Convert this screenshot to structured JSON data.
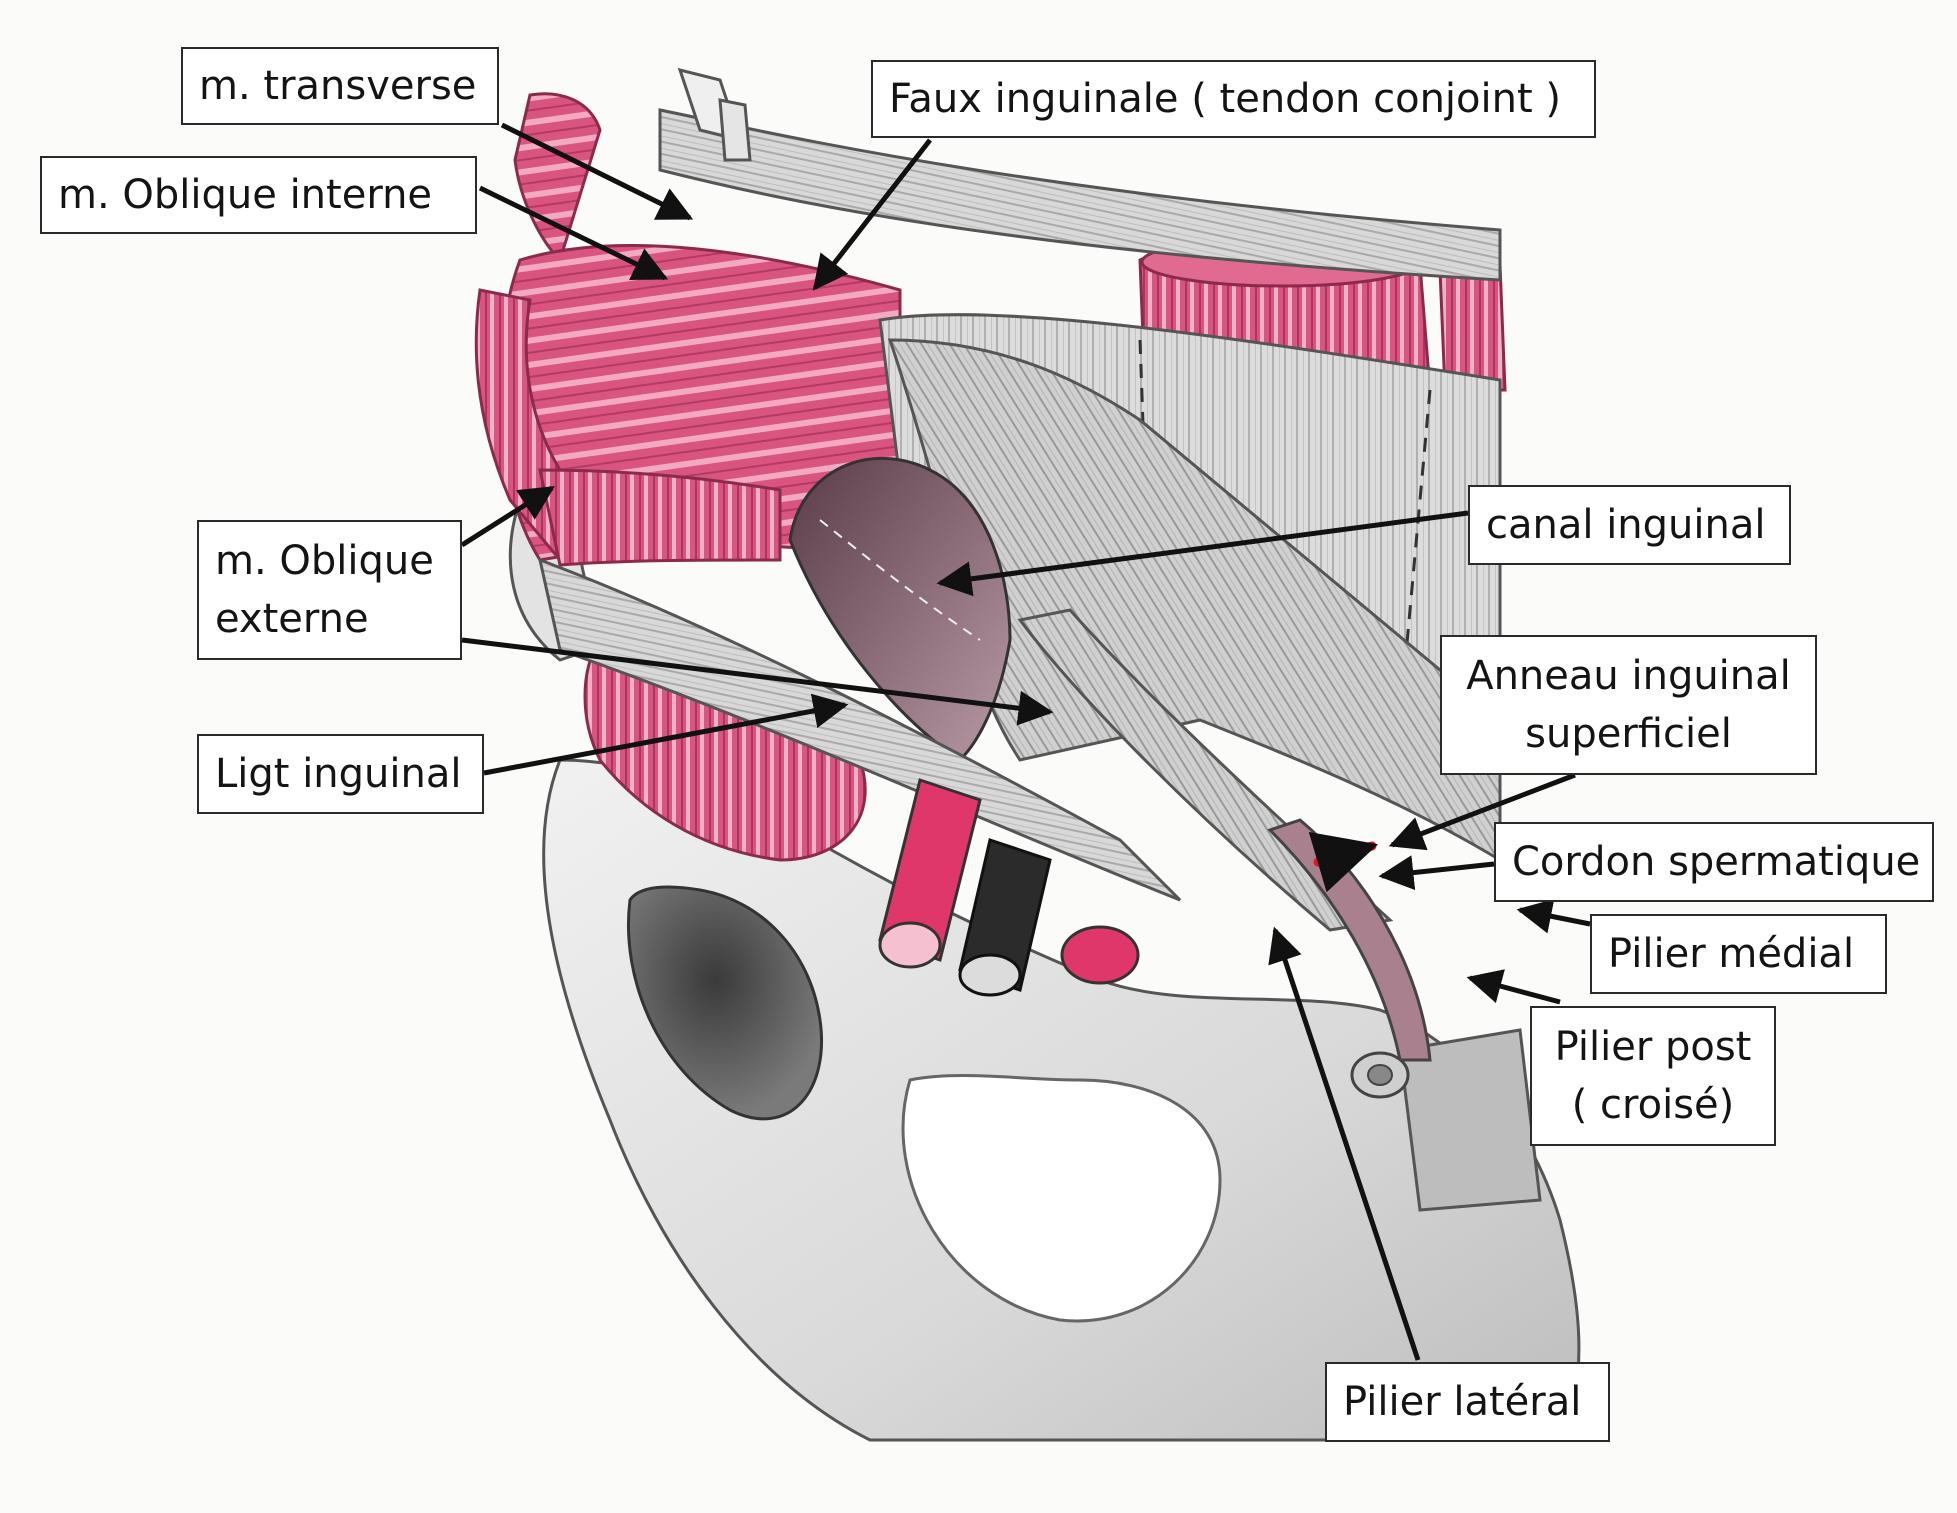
{
  "labels": {
    "transverse": "m. transverse",
    "oblique_interne": "m. Oblique interne",
    "faux_inguinale": "Faux inguinale ( tendon conjoint )",
    "oblique_externe": [
      "m. Oblique",
      "externe"
    ],
    "ligt_inguinal": "Ligt inguinal",
    "canal_inguinal": "canal inguinal",
    "anneau_superficiel": [
      "Anneau inguinal",
      "superficiel"
    ],
    "cordon_spermatique": "Cordon spermatique",
    "pilier_medial": "Pilier médial",
    "pilier_post": [
      "Pilier post",
      "( croisé)"
    ],
    "pilier_lateral": "Pilier latéral"
  },
  "colors": {
    "muscle": "#d9557f",
    "muscle_dark": "#b23a63",
    "tendon": "#d3d3d3",
    "bone": "#e6e6e6",
    "artery": "#e0376a",
    "vein": "#2b2b2b",
    "marker": "#e0162b",
    "leader": "#111111"
  }
}
